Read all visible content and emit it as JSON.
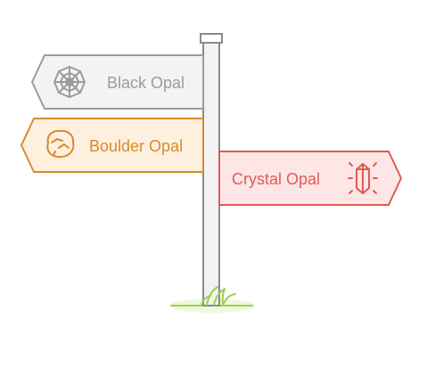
{
  "signs": [
    {
      "label": "Black Opal",
      "icon": "spiderweb-icon",
      "color": "#9b9b9b",
      "fill": "#f3f3f3"
    },
    {
      "label": "Boulder Opal",
      "icon": "rock-icon",
      "color": "#d98a2b",
      "fill": "#fdf0df"
    },
    {
      "label": "Crystal Opal",
      "icon": "crystal-icon",
      "color": "#e05a55",
      "fill": "#fde6e5"
    }
  ],
  "colors": {
    "post_stroke": "#8a8a8a",
    "post_fill": "#f2f2f2",
    "grass": "#9bd34a",
    "grass_glow": "#eef8de"
  }
}
